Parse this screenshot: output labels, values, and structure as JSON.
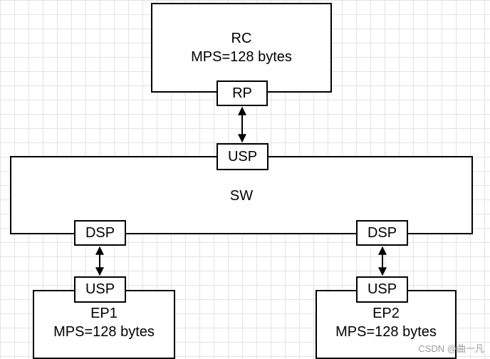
{
  "rc": {
    "name": "RC",
    "mps": "MPS=128 bytes",
    "port": "RP"
  },
  "sw": {
    "name": "SW",
    "upstream_port": "USP",
    "downstream_port_left": "DSP",
    "downstream_port_right": "DSP"
  },
  "ep1": {
    "name": "EP1",
    "mps": "MPS=128 bytes",
    "port": "USP"
  },
  "ep2": {
    "name": "EP2",
    "mps": "MPS=128 bytes",
    "port": "USP"
  },
  "watermark": "CSDN @曲一凡",
  "colors": {
    "stroke": "#000000",
    "grid": "#e3e3e3",
    "background": "#ffffff"
  }
}
